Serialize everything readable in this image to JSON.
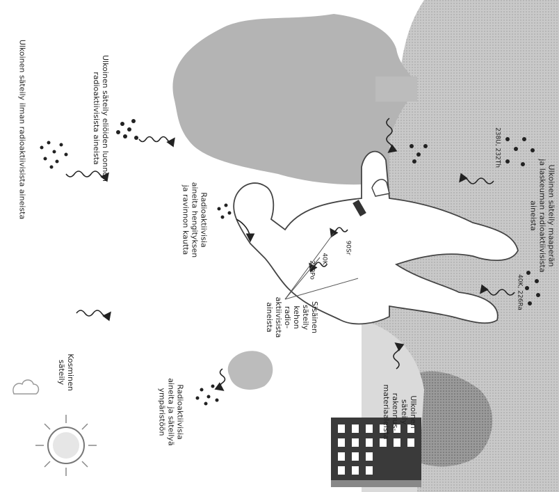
{
  "labels": {
    "cosmic": "Kosminen\nsäteily",
    "external_air": "Ulkoinen säteily ilman radioaktiivisista aineista",
    "external_trees": "Ulkoinen säteily eliöiden luonnon\nradioaktiivisista aineista",
    "inhalation": "Radioaktiivisia\naineita hengityksen\nja ravinnon kautta",
    "emission": "Radioaktiivisia\naineita ja säteilyä\nympäristöön",
    "internal": "Sisäinen\nsäteily\nkehon\nradio-\naktiivisista\naineista",
    "building_materials": "Ulkoinen\nsäteily\nrakennus-\nmateriaaleista",
    "ground": "Ulkoinen säteily maaperän\nja laskeuman radioaktiivisista\naineista"
  },
  "isotopes": {
    "body_upper_a": "210Po",
    "body_upper_b": "40K",
    "body_lower": "90Sr",
    "ground_left": "40K, 226Ra",
    "ground_right": "238U, 232Th"
  },
  "colors": {
    "background": "#ffffff",
    "ground_shade": "#c9c9c9",
    "tree_shade": "#b4b4b4",
    "water_shade": "#8f8f8f",
    "person_fill": "#ffffff",
    "ink": "#222222"
  },
  "icons": [
    "sun-icon",
    "cloud-icon",
    "tree-icon",
    "building-icon",
    "person-figure",
    "radiation-wave-arrow"
  ]
}
